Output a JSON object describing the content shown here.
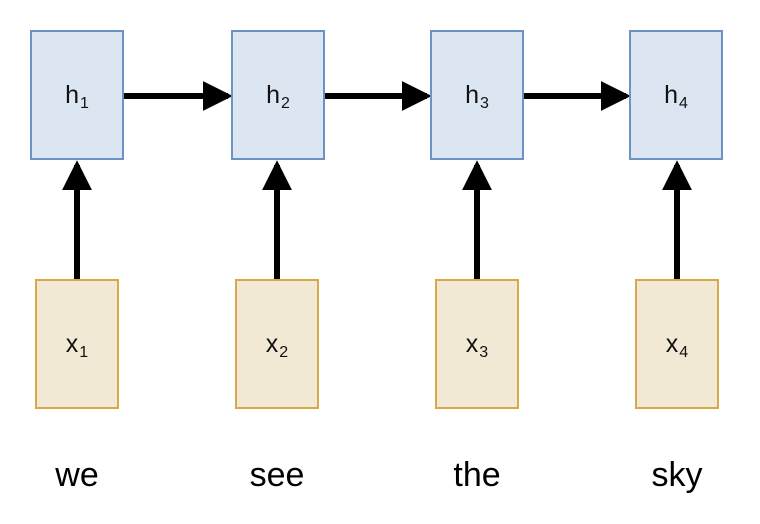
{
  "diagram": {
    "hidden_states": [
      {
        "letter": "h",
        "index": "1"
      },
      {
        "letter": "h",
        "index": "2"
      },
      {
        "letter": "h",
        "index": "3"
      },
      {
        "letter": "h",
        "index": "4"
      }
    ],
    "inputs": [
      {
        "letter": "x",
        "index": "1"
      },
      {
        "letter": "x",
        "index": "2"
      },
      {
        "letter": "x",
        "index": "3"
      },
      {
        "letter": "x",
        "index": "4"
      }
    ],
    "words": [
      "we",
      "see",
      "the",
      "sky"
    ]
  },
  "colors": {
    "hidden_fill": "#dce6f2",
    "hidden_border": "#6c91c2",
    "input_fill": "#f2e9d5",
    "input_border": "#d7a94a",
    "arrow": "#000000"
  }
}
